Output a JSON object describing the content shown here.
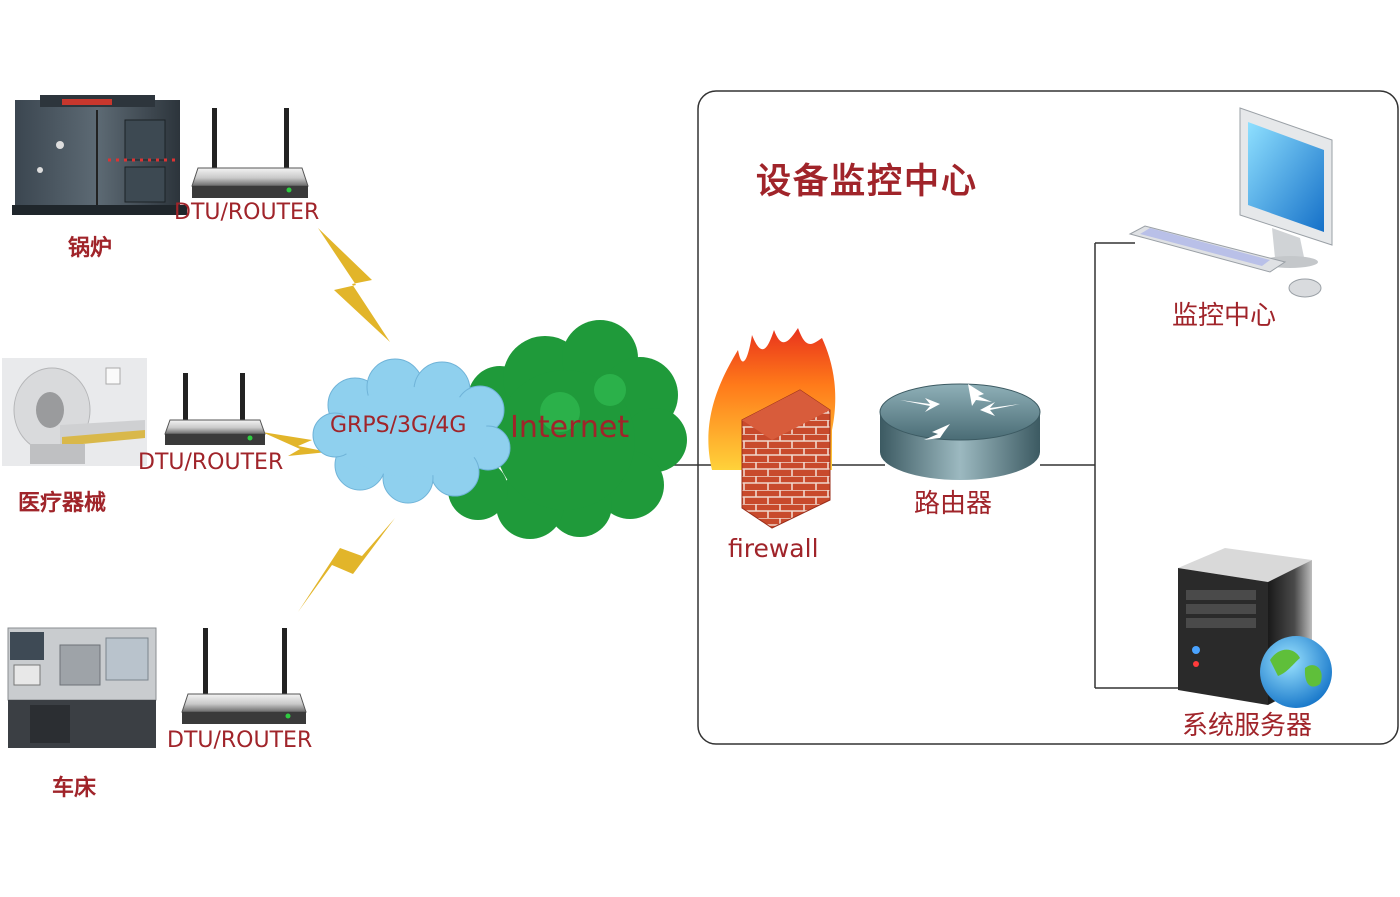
{
  "title": "设备监控中心",
  "devices": [
    {
      "name": "锅炉",
      "router_label": "DTU/ROUTER"
    },
    {
      "name": "医疗器械",
      "router_label": "DTU/ROUTER"
    },
    {
      "name": "车床",
      "router_label": "DTU/ROUTER"
    }
  ],
  "network": {
    "mobile_label": "GRPS/3G/4G",
    "internet_label": "Internet"
  },
  "center": {
    "firewall_label": "firewall",
    "router_label": "路由器",
    "monitor_label": "监控中心",
    "server_label": "系统服务器"
  },
  "colors": {
    "label": "#a0242a",
    "cloud_green": "#1f9a3a",
    "cloud_blue": "#8fd0ee",
    "bolt": "#e2b52a",
    "line": "#333333"
  }
}
